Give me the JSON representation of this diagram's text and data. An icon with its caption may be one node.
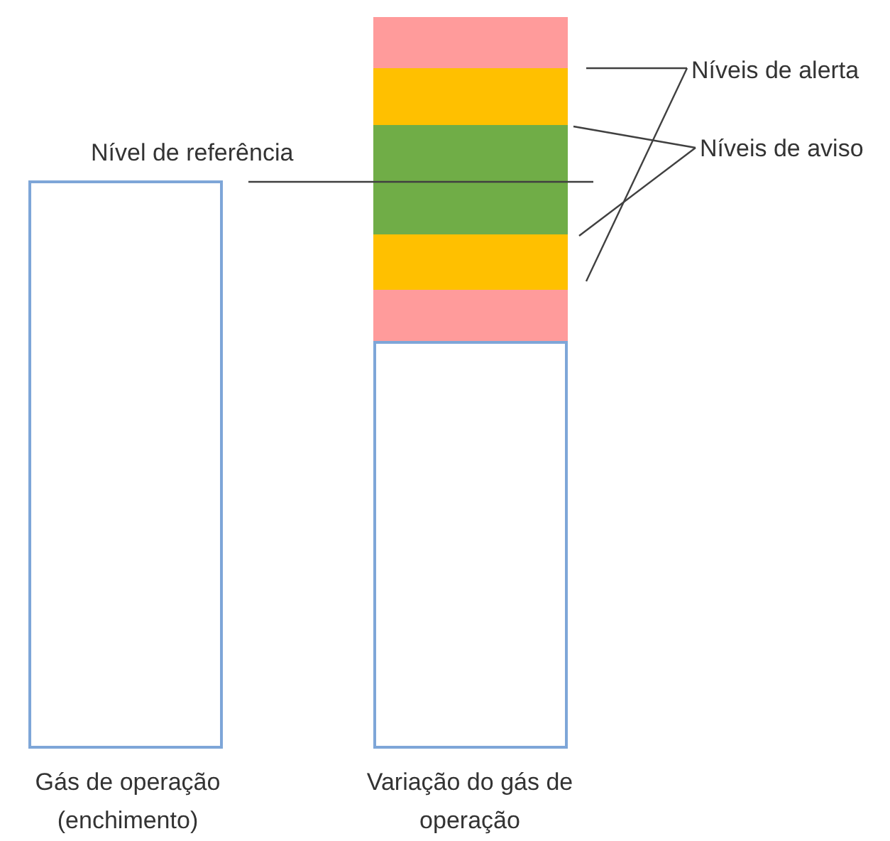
{
  "diagram": {
    "nodes": [
      {
        "text": [
          "Gás de operação (enchimento)"
        ]
      },
      {
        "text": [],
        "shape": "bar"
      },
      {
        "text": [],
        "shape": "bar"
      },
      {
        "text": [],
        "shape": "bar"
      },
      {
        "text": [],
        "shape": "bar"
      },
      {
        "text": [],
        "shape": "bar"
      },
      {
        "text": [
          "Variação do gás de operação"
        ]
      },
      {
        "text": [
          "Níveis de alerta"
        ]
      },
      {
        "text": [
          "Níveis de aviso"
        ]
      },
      {
        "text": [
          "Nível de referência"
        ]
      }
    ],
    "edges": [
      {
        "from": 7,
        "to": 1,
        "arrow": "none"
      },
      {
        "from": 7,
        "to": 5,
        "arrow": "none"
      },
      {
        "from": 8,
        "to": 2,
        "arrow": "none"
      },
      {
        "from": 8,
        "to": 4,
        "arrow": "none"
      },
      {
        "from": 9,
        "to": null,
        "arrow": "none"
      }
    ]
  }
}
